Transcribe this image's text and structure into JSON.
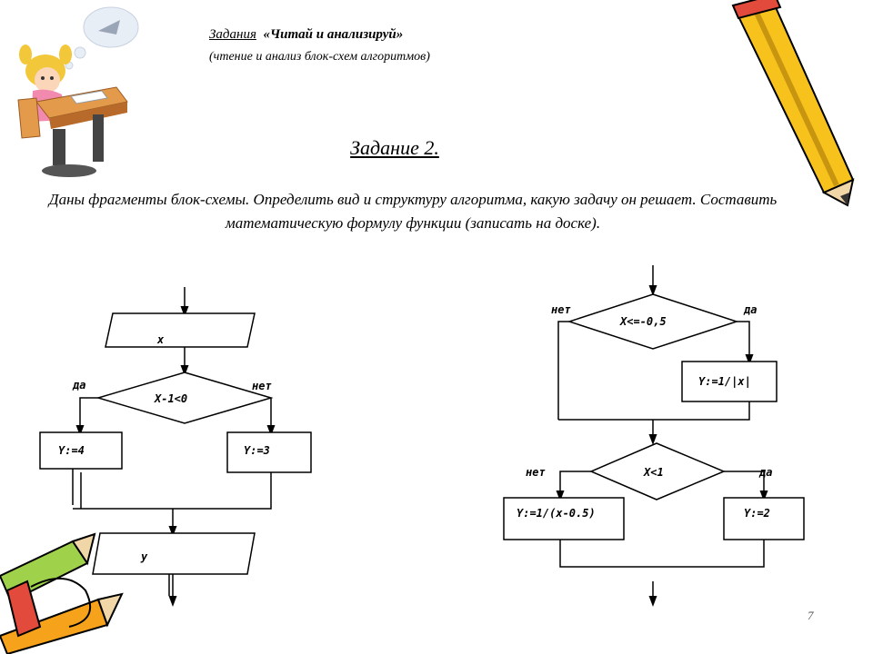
{
  "header": {
    "prefix": "Задания",
    "quoted": "«Читай и анализируй»",
    "subtitle": "(чтение и анализ блок-схем алгоритмов)"
  },
  "task": {
    "title": "Задание 2.",
    "text": "Даны фрагменты блок-схемы. Определить вид и структуру алгоритма, какую задачу он решает. Составить математическую формулу функции (записать на доске)."
  },
  "page_number": "7",
  "flowchart_left": {
    "input": "x",
    "condition": "X-1<0",
    "yes": "да",
    "no": "нет",
    "assign_yes": "Y:=4",
    "assign_no": "Y:=3",
    "output": "y"
  },
  "flowchart_right": {
    "condition1": "X<=-0,5",
    "no1": "нет",
    "yes1": "да",
    "assign1": "Y:=1/|x|",
    "condition2": "X<1",
    "no2": "нет",
    "yes2": "да",
    "assign_no2": "Y:=1/(x-0.5)",
    "assign_yes2": "Y:=2"
  },
  "icons": {
    "girl": "girl-at-desk-icon",
    "pencil_top": "pencil-icon",
    "pencils_bottom": "pencils-icon"
  }
}
